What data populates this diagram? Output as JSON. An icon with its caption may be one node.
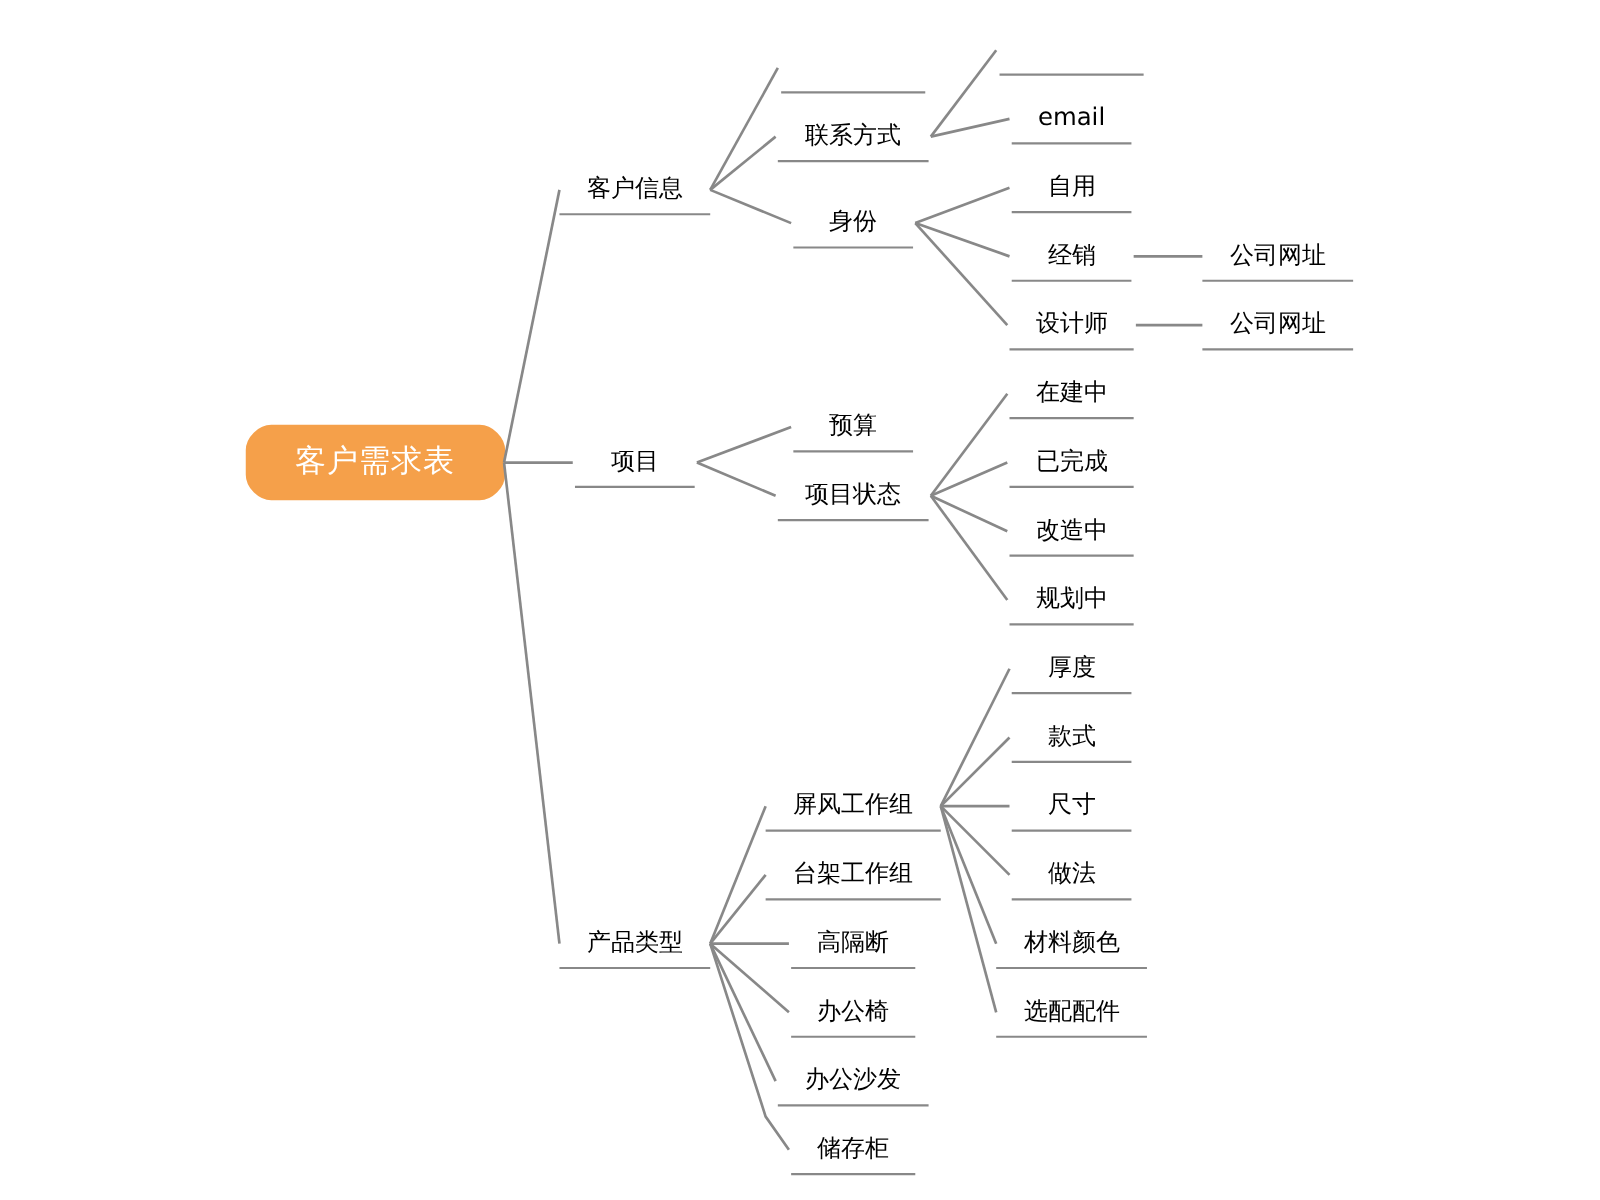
{
  "diagram": {
    "nodes": [
      {
        "text": [
          "客户需求表"
        ]
      },
      {
        "text": [
          "客户信息"
        ]
      },
      {
        "text": [],
        "shape": "bar"
      },
      {
        "text": [
          "联系方式"
        ]
      },
      {
        "text": [],
        "shape": "bar"
      },
      {
        "text": [
          "email"
        ]
      },
      {
        "text": [
          "身份"
        ]
      },
      {
        "text": [
          "自用"
        ]
      },
      {
        "text": [
          "经销"
        ]
      },
      {
        "text": [
          "公司网址"
        ]
      },
      {
        "text": [
          "设计师"
        ]
      },
      {
        "text": [
          "公司网址"
        ]
      },
      {
        "text": [
          "项目"
        ]
      },
      {
        "text": [
          "预算"
        ]
      },
      {
        "text": [
          "项目状态"
        ]
      },
      {
        "text": [
          "在建中"
        ]
      },
      {
        "text": [
          "已完成"
        ]
      },
      {
        "text": [
          "改造中"
        ]
      },
      {
        "text": [
          "规划中"
        ]
      },
      {
        "text": [
          "产品类型"
        ]
      },
      {
        "text": [
          "屏风工作组"
        ]
      },
      {
        "text": [
          "厚度"
        ]
      },
      {
        "text": [
          "款式"
        ]
      },
      {
        "text": [
          "尺寸"
        ]
      },
      {
        "text": [
          "做法"
        ]
      },
      {
        "text": [
          "材料颜色"
        ]
      },
      {
        "text": [
          "选配配件"
        ]
      },
      {
        "text": [
          "台架工作组"
        ]
      },
      {
        "text": [
          "高隔断"
        ]
      },
      {
        "text": [
          "办公椅"
        ]
      },
      {
        "text": [
          "办公沙发"
        ]
      },
      {
        "text": [
          "储存柜"
        ]
      }
    ],
    "edges": [
      {
        "from": 0,
        "to": 1,
        "arrow": "none"
      },
      {
        "from": 1,
        "to": 2,
        "arrow": "none"
      },
      {
        "from": 1,
        "to": 3,
        "arrow": "none"
      },
      {
        "from": 3,
        "to": 4,
        "arrow": "none"
      },
      {
        "from": 3,
        "to": 5,
        "arrow": "none"
      },
      {
        "from": 1,
        "to": 6,
        "arrow": "none"
      },
      {
        "from": 6,
        "to": 7,
        "arrow": "none"
      },
      {
        "from": 6,
        "to": 8,
        "arrow": "none"
      },
      {
        "from": 8,
        "to": 9,
        "arrow": "none"
      },
      {
        "from": 6,
        "to": 10,
        "arrow": "none"
      },
      {
        "from": 10,
        "to": 11,
        "arrow": "none"
      },
      {
        "from": 0,
        "to": 12,
        "arrow": "none"
      },
      {
        "from": 12,
        "to": 13,
        "arrow": "none"
      },
      {
        "from": 12,
        "to": 14,
        "arrow": "none"
      },
      {
        "from": 14,
        "to": 15,
        "arrow": "none"
      },
      {
        "from": 14,
        "to": 16,
        "arrow": "none"
      },
      {
        "from": 14,
        "to": 17,
        "arrow": "none"
      },
      {
        "from": 14,
        "to": 18,
        "arrow": "none"
      },
      {
        "from": 0,
        "to": 19,
        "arrow": "none"
      },
      {
        "from": 19,
        "to": 20,
        "arrow": "none"
      },
      {
        "from": 20,
        "to": 21,
        "arrow": "none"
      },
      {
        "from": 20,
        "to": 22,
        "arrow": "none"
      },
      {
        "from": 20,
        "to": 23,
        "arrow": "none"
      },
      {
        "from": 20,
        "to": 24,
        "arrow": "none"
      },
      {
        "from": 20,
        "to": 25,
        "arrow": "none"
      },
      {
        "from": 20,
        "to": 26,
        "arrow": "none"
      },
      {
        "from": 19,
        "to": 27,
        "arrow": "none"
      },
      {
        "from": 19,
        "to": 28,
        "arrow": "none"
      },
      {
        "from": 19,
        "to": 29,
        "arrow": "none"
      },
      {
        "from": 19,
        "to": 30,
        "arrow": "none"
      },
      {
        "from": 19,
        "to": 31,
        "arrow": "none"
      }
    ]
  }
}
